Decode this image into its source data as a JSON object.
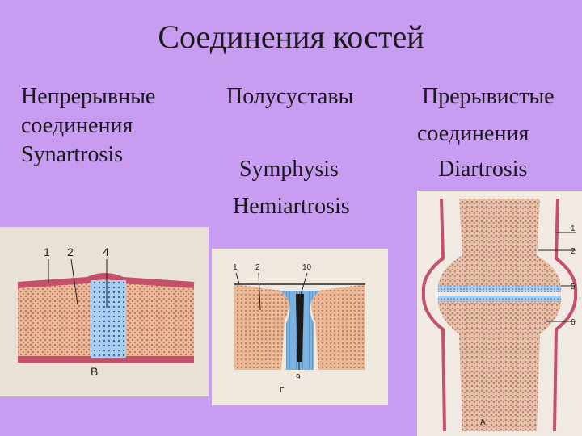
{
  "title": "Соединения костей",
  "columns": {
    "continuous": {
      "line1": "Непрерывные",
      "line2": "соединения",
      "line3": "Synartrosis"
    },
    "semi": {
      "line1": "Полусуставы",
      "line3": "Symphysis",
      "line4": "Hemiartrosis"
    },
    "discontinuous": {
      "line1": "Прерывистые",
      "line2": "соединения",
      "line3": "Diartrosis"
    }
  },
  "figures": {
    "fig_b": {
      "letter": "В",
      "labels": [
        "1",
        "2",
        "4"
      ]
    },
    "fig_g": {
      "letter": "Г",
      "labels": [
        "1",
        "2",
        "10",
        "9"
      ]
    },
    "fig_a": {
      "letter": "А",
      "labels": [
        "1",
        "2",
        "5",
        "6"
      ]
    }
  },
  "colors": {
    "background": "#c89cf0",
    "bone": "#e7b28a",
    "periosteum": "#c5506a",
    "cartilage": "#8fbadf"
  }
}
